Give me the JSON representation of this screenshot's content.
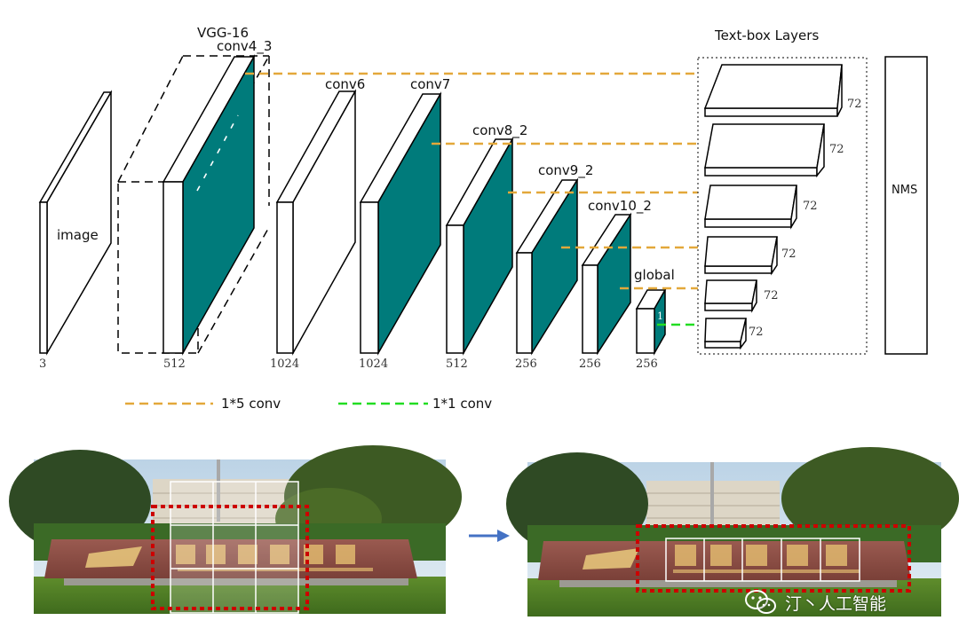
{
  "labels": {
    "vgg": "VGG-16",
    "conv4_3": "conv4_3",
    "conv6": "conv6",
    "conv7": "conv7",
    "conv8_2": "conv8_2",
    "conv9_2": "conv9_2",
    "conv10_2": "conv10_2",
    "global": "global",
    "image": "image",
    "textbox_layers": "Text-box Layers",
    "nms": "NMS",
    "global_inner": "1"
  },
  "channels": {
    "image": "3",
    "conv4_3": "512",
    "conv6": "1024",
    "conv7": "1024",
    "conv8_2": "512",
    "conv9_2": "256",
    "conv10_2": "256",
    "global": "256"
  },
  "textbox_outputs": [
    "72",
    "72",
    "72",
    "72",
    "72",
    "72"
  ],
  "legend": {
    "conv15": "1*5 conv",
    "conv11": "1*1 conv"
  },
  "colors": {
    "teal": "#007b7b",
    "orange": "#e3a83a",
    "green": "#22dd22",
    "red_box": "#cc0000",
    "arrow_blue": "#4472c4"
  },
  "watermark": {
    "text": "汀丶人工智能",
    "icon": "wechat-logo-icon"
  }
}
